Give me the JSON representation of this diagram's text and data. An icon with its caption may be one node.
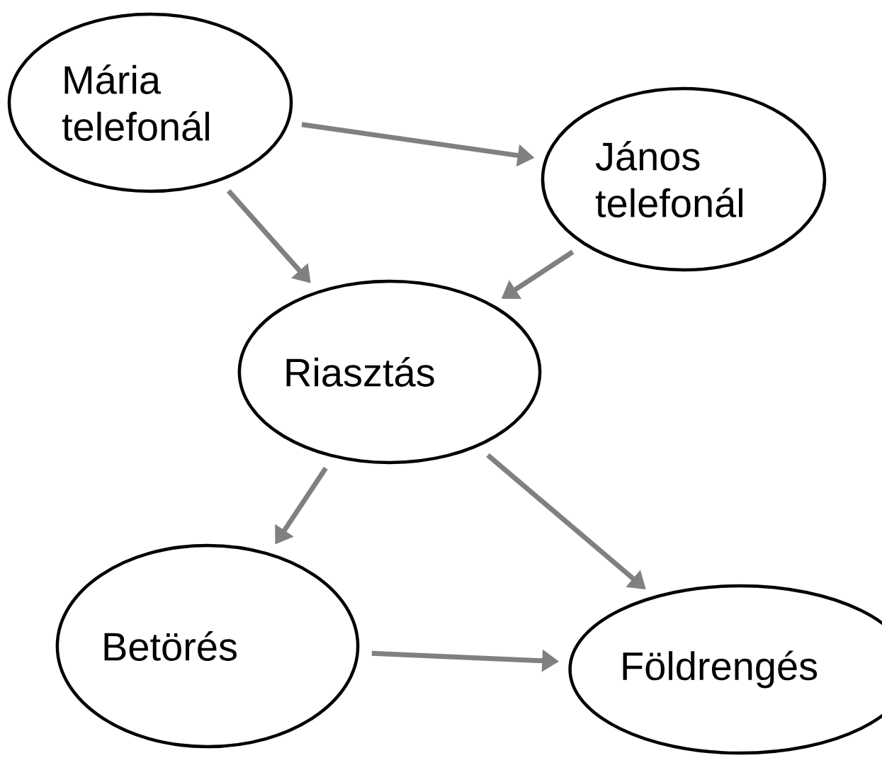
{
  "diagram": {
    "nodes": [
      {
        "text": [
          "Mária telefonál"
        ]
      },
      {
        "text": [
          "János telefonál"
        ]
      },
      {
        "text": [
          "Riasztás"
        ]
      },
      {
        "text": [
          "Betörés"
        ]
      },
      {
        "text": [
          "Földrengés"
        ]
      }
    ],
    "edges": [
      {
        "from": 0,
        "to": 1,
        "arrow": "to"
      },
      {
        "from": 0,
        "to": 2,
        "arrow": "to"
      },
      {
        "from": 1,
        "to": 2,
        "arrow": "to"
      },
      {
        "from": 2,
        "to": 3,
        "arrow": "to"
      },
      {
        "from": 2,
        "to": 4,
        "arrow": "to"
      },
      {
        "from": 3,
        "to": 4,
        "arrow": "to"
      }
    ]
  }
}
